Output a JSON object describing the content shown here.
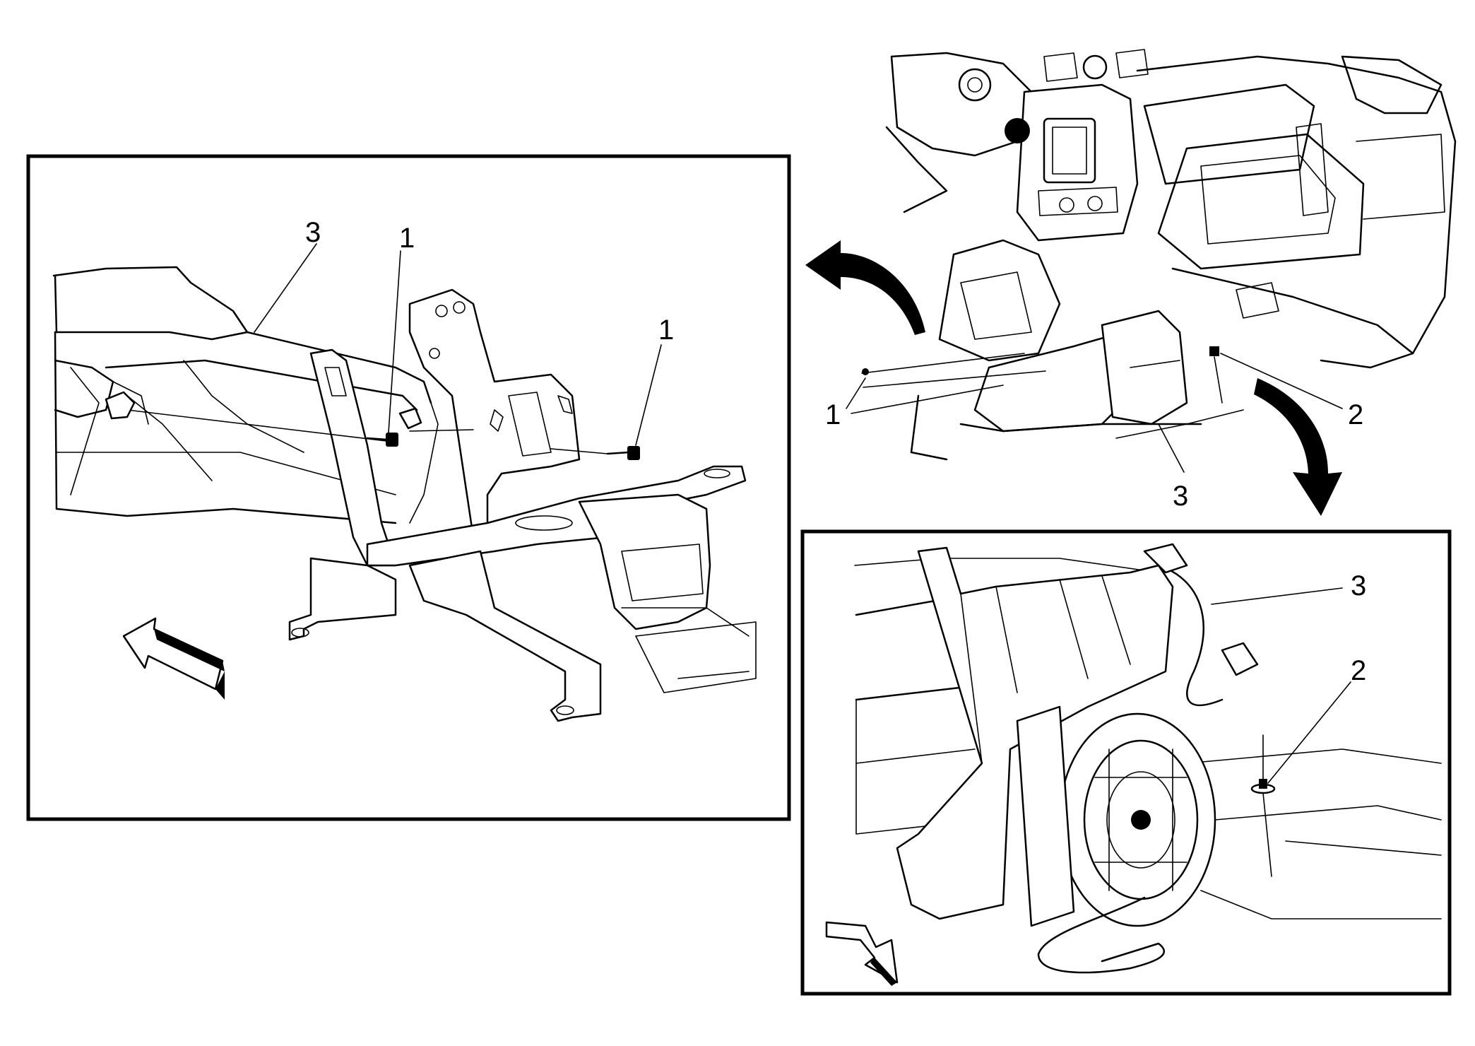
{
  "panels": {
    "left_detail": {
      "callouts": {
        "component": "3",
        "fastener_a": "1",
        "fastener_b": "1"
      }
    },
    "top_overview": {
      "callouts": {
        "fasteners": "1",
        "clip": "2",
        "component": "3"
      }
    },
    "bottom_detail": {
      "callouts": {
        "component": "3",
        "clip": "2"
      }
    }
  },
  "icons": [
    "front-direction-arrow-icon",
    "removal-arrow-icon"
  ]
}
